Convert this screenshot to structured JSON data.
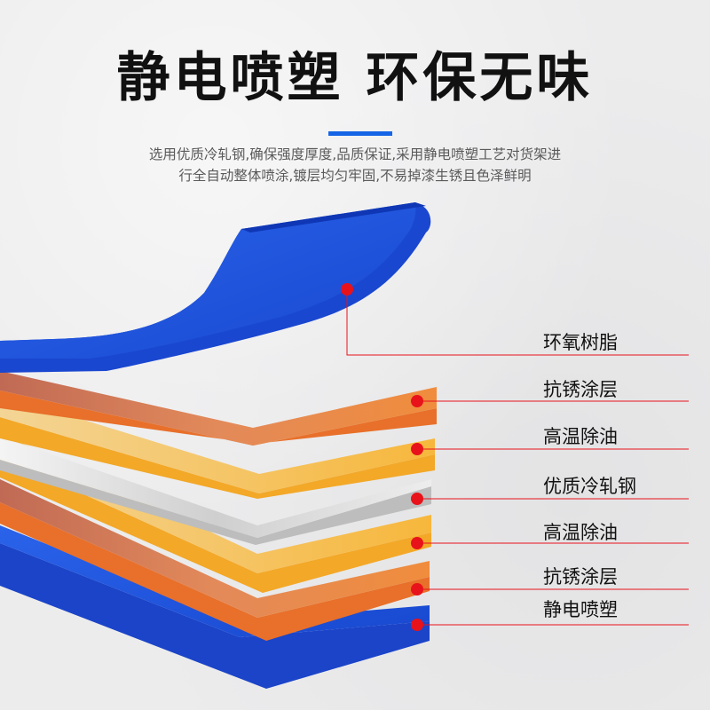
{
  "title": "静电喷塑 环保无味",
  "description": {
    "line1": "选用优质冷轧钢,确保强度厚度,品质保证,采用静电喷塑工艺对货架进",
    "line2": "行全自动整体喷涂,镀层均匀牢固,不易掉漆生锈且色泽鲜明"
  },
  "layers": [
    {
      "label": "环氧树脂",
      "color": "#1c4fd8"
    },
    {
      "label": "抗锈涂层",
      "color": "#ee7a2c"
    },
    {
      "label": "高温除油",
      "color": "#f6b63a"
    },
    {
      "label": "优质冷轧钢",
      "color": "#d8d8d8"
    },
    {
      "label": "高温除油",
      "color": "#f6b63a"
    },
    {
      "label": "抗锈涂层",
      "color": "#ee7a2c"
    },
    {
      "label": "静电喷塑",
      "color": "#1c4fd8"
    }
  ],
  "marker_color": "#e8121b",
  "accent_color": "#1565e6"
}
